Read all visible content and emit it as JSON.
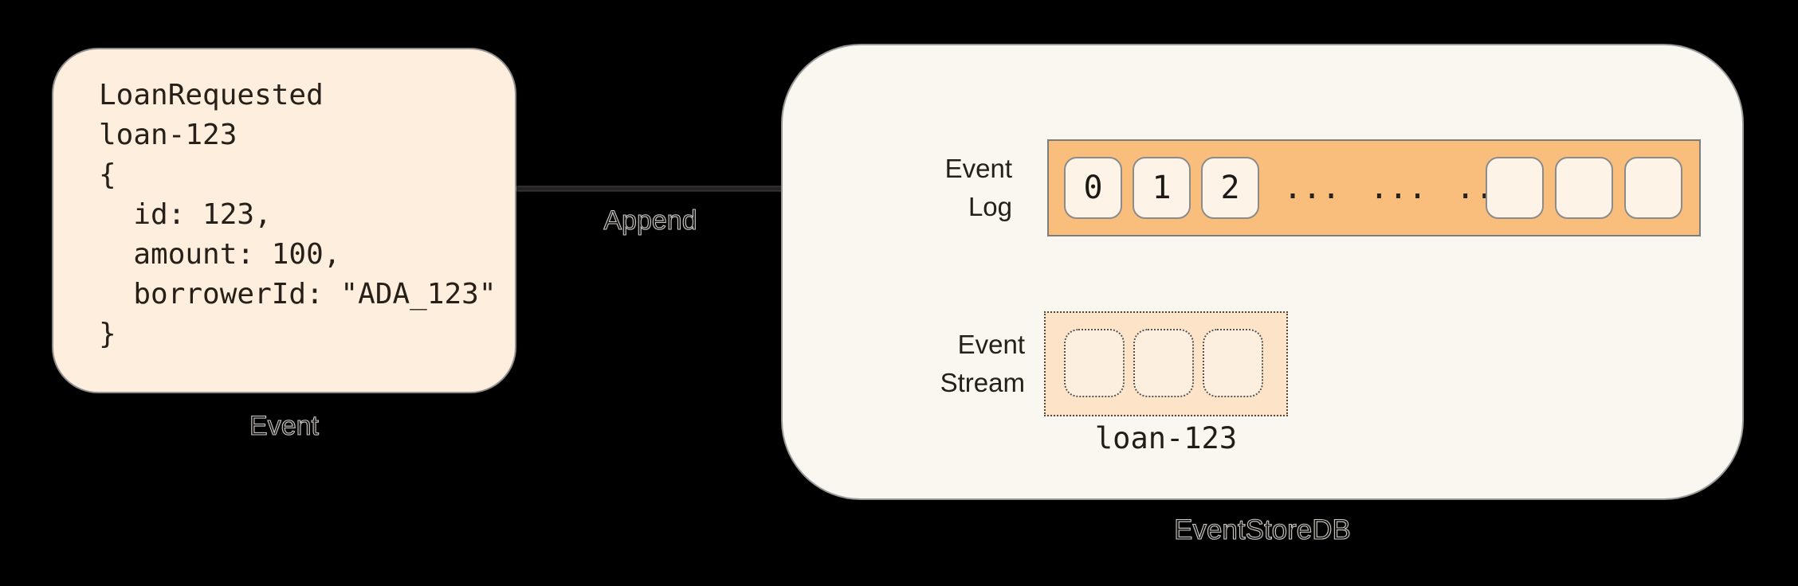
{
  "diagram": {
    "event_box": {
      "code": "LoanRequested\nloan-123\n{\n  id: 123,\n  amount: 100,\n  borrowerId: \"ADA_123\"\n}",
      "caption": "Event"
    },
    "append": {
      "label": "Append"
    },
    "eventstoredb": {
      "caption": "EventStoreDB",
      "event_log": {
        "label": "Event\nLog",
        "cells": [
          "0",
          "1",
          "2"
        ],
        "dots": "... ... ...",
        "empty_cells": 3
      },
      "event_stream": {
        "label": "Event\nStream",
        "empty_cells": 3,
        "stream_name": "loan-123"
      }
    },
    "colors": {
      "background": "#000000",
      "event_box_fill": "#fdeedd",
      "container_fill": "#faf6f0",
      "event_log_bar": "#f9be7c",
      "log_cell_fill": "#fdf3e7",
      "stream_fill": "#fde4c9",
      "stream_cell_fill": "#fcefe0",
      "stroke_dark": "#262221"
    }
  }
}
